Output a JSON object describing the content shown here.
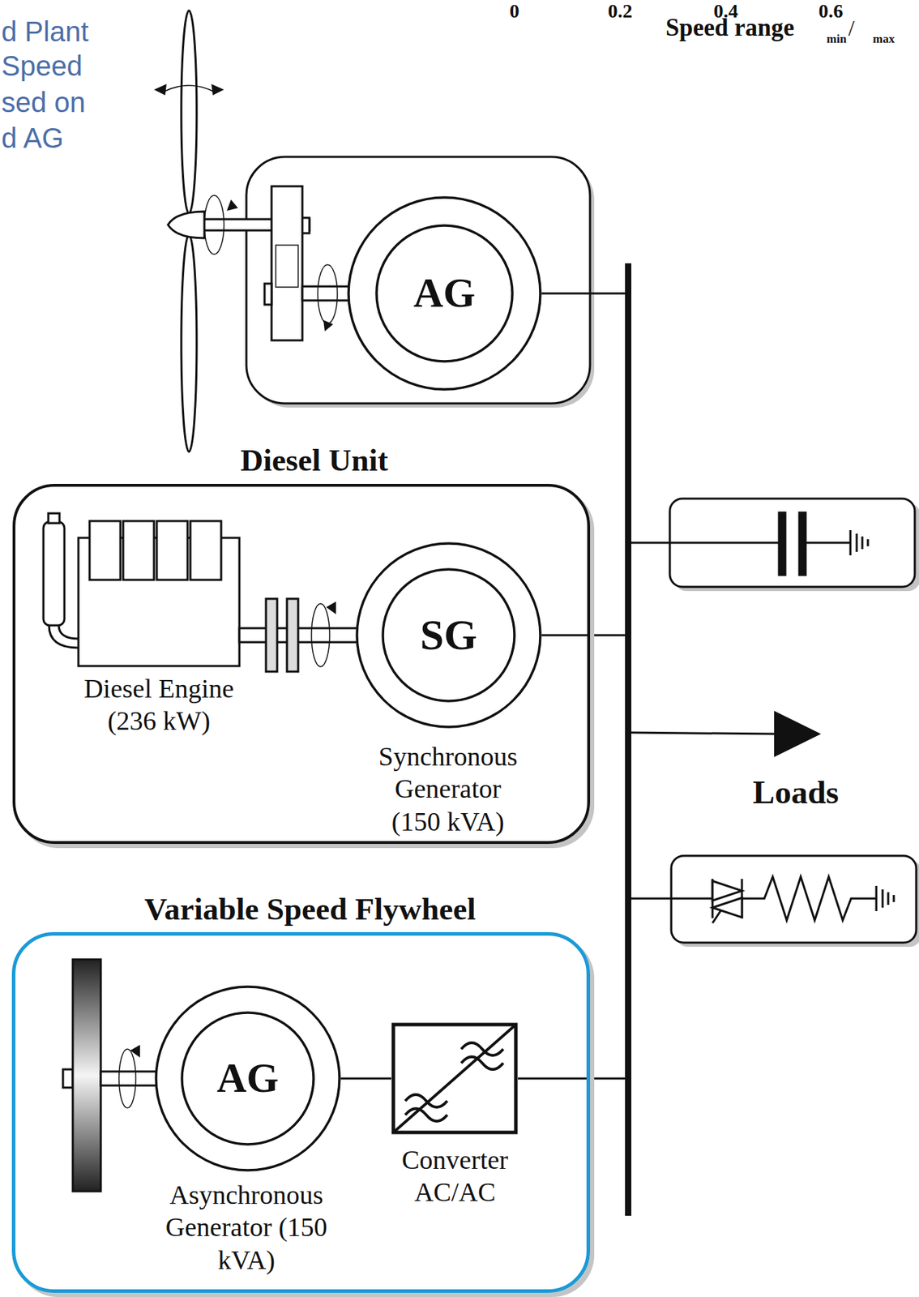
{
  "diagram": {
    "nodes": [
      {
        "text": [
          "AG"
        ]
      },
      {
        "text": [
          "Diesel Unit"
        ]
      },
      {
        "text": [
          "Diesel Engine (236 kW)"
        ],
        "in": 1
      },
      {
        "text": [
          "SG",
          "Synchronous Generator (150 kVA)"
        ],
        "in": 1
      },
      {
        "text": [
          "Variable Speed Flywheel"
        ]
      },
      {
        "text": [
          "AG",
          "Asynchronous Generator (150 kVA)"
        ],
        "in": 4
      },
      {
        "text": [
          "Converter AC/AC"
        ],
        "in": 4
      }
    ],
    "edges": [
      {
        "from": 5,
        "to": 6,
        "arrow": "none"
      }
    ],
    "labels": [
      "0",
      "0.2",
      "0.4",
      "0.6",
      "Speed range",
      "min",
      "/",
      "max",
      "d Plant",
      "Speed",
      "sed on",
      "d AG",
      "Loads"
    ]
  }
}
